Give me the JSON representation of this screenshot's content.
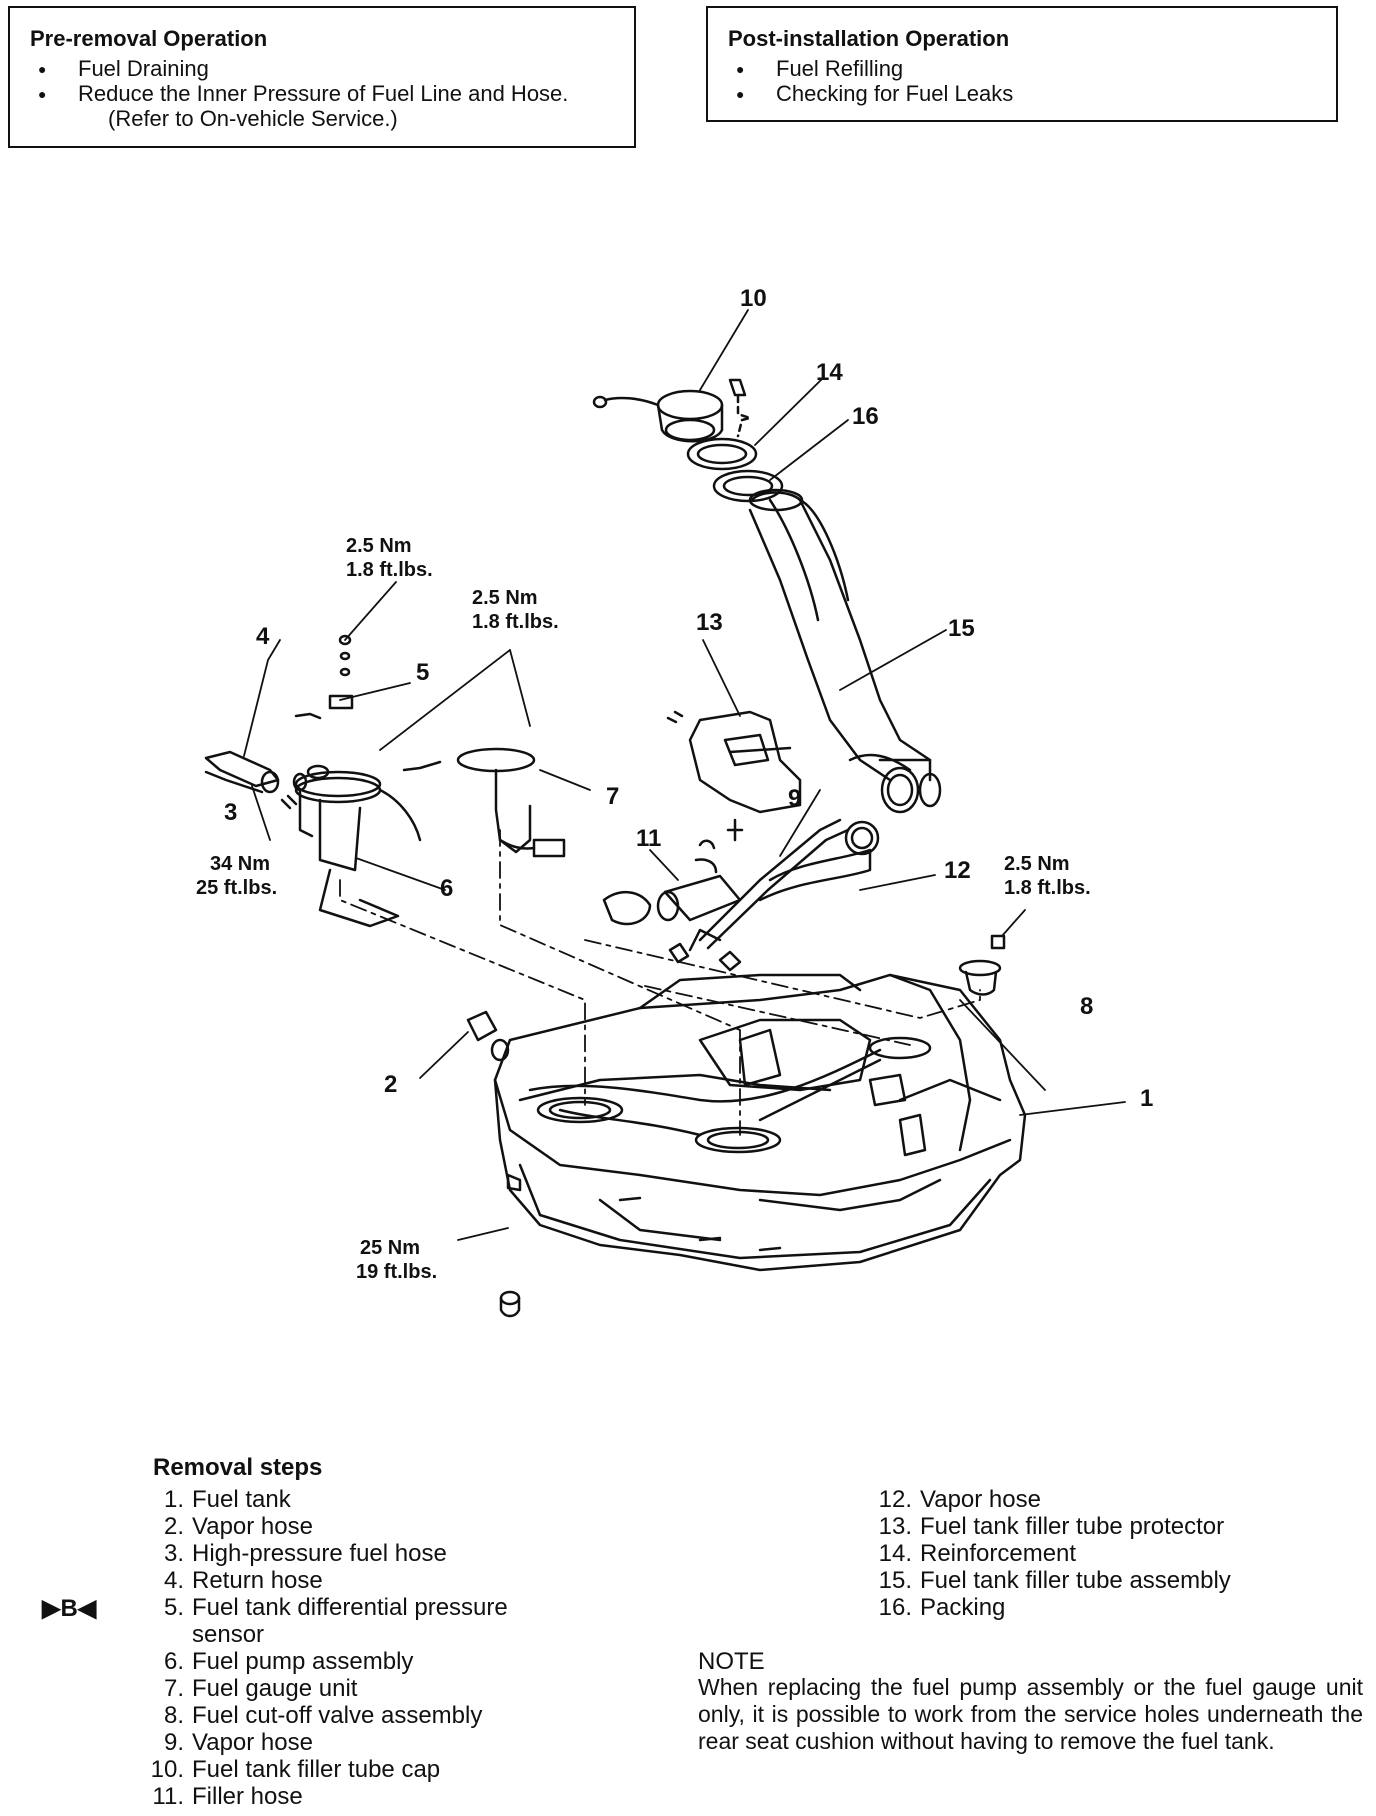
{
  "pre_removal": {
    "title": "Pre-removal Operation",
    "items": [
      "Fuel Draining",
      "Reduce the Inner Pressure of Fuel Line and Hose."
    ],
    "sub": "(Refer to On-vehicle Service.)"
  },
  "post_installation": {
    "title": "Post-installation Operation",
    "items": [
      "Fuel Refilling",
      "Checking for Fuel Leaks"
    ]
  },
  "diagram": {
    "callouts": [
      "1",
      "2",
      "3",
      "4",
      "5",
      "6",
      "7",
      "8",
      "9",
      "10",
      "11",
      "12",
      "13",
      "14",
      "15",
      "16"
    ],
    "torques": {
      "t1": [
        "2.5 Nm",
        "1.8 ft.lbs."
      ],
      "t2": [
        "2.5 Nm",
        "1.8 ft.lbs."
      ],
      "t3": [
        "34 Nm",
        "25 ft.lbs."
      ],
      "t4": [
        "2.5 Nm",
        "1.8 ft.lbs."
      ],
      "t5": [
        "25 Nm",
        "19 ft.lbs."
      ]
    }
  },
  "removal": {
    "title": "Removal steps",
    "marker": "▶B◀",
    "steps_left": [
      {
        "n": "1.",
        "t": "Fuel tank"
      },
      {
        "n": "2.",
        "t": "Vapor hose"
      },
      {
        "n": "3.",
        "t": "High-pressure fuel hose"
      },
      {
        "n": "4.",
        "t": "Return hose"
      },
      {
        "n": "5.",
        "t": "Fuel tank differential pressure sensor"
      },
      {
        "n": "6.",
        "t": "Fuel pump assembly"
      },
      {
        "n": "7.",
        "t": "Fuel gauge unit"
      },
      {
        "n": "8.",
        "t": "Fuel cut-off valve assembly"
      },
      {
        "n": "9.",
        "t": "Vapor hose"
      },
      {
        "n": "10.",
        "t": "Fuel tank filler tube cap"
      },
      {
        "n": "11.",
        "t": "Filler hose"
      }
    ],
    "steps_right": [
      {
        "n": "12.",
        "t": "Vapor hose"
      },
      {
        "n": "13.",
        "t": "Fuel tank filler tube protector"
      },
      {
        "n": "14.",
        "t": "Reinforcement"
      },
      {
        "n": "15.",
        "t": "Fuel tank filler tube assembly"
      },
      {
        "n": "16.",
        "t": "Packing"
      }
    ]
  },
  "note": {
    "title": "NOTE",
    "text": "When replacing the fuel pump assembly or the fuel gauge unit only, it is possible to work from the service holes underneath the rear seat cushion without having to remove the fuel tank."
  }
}
